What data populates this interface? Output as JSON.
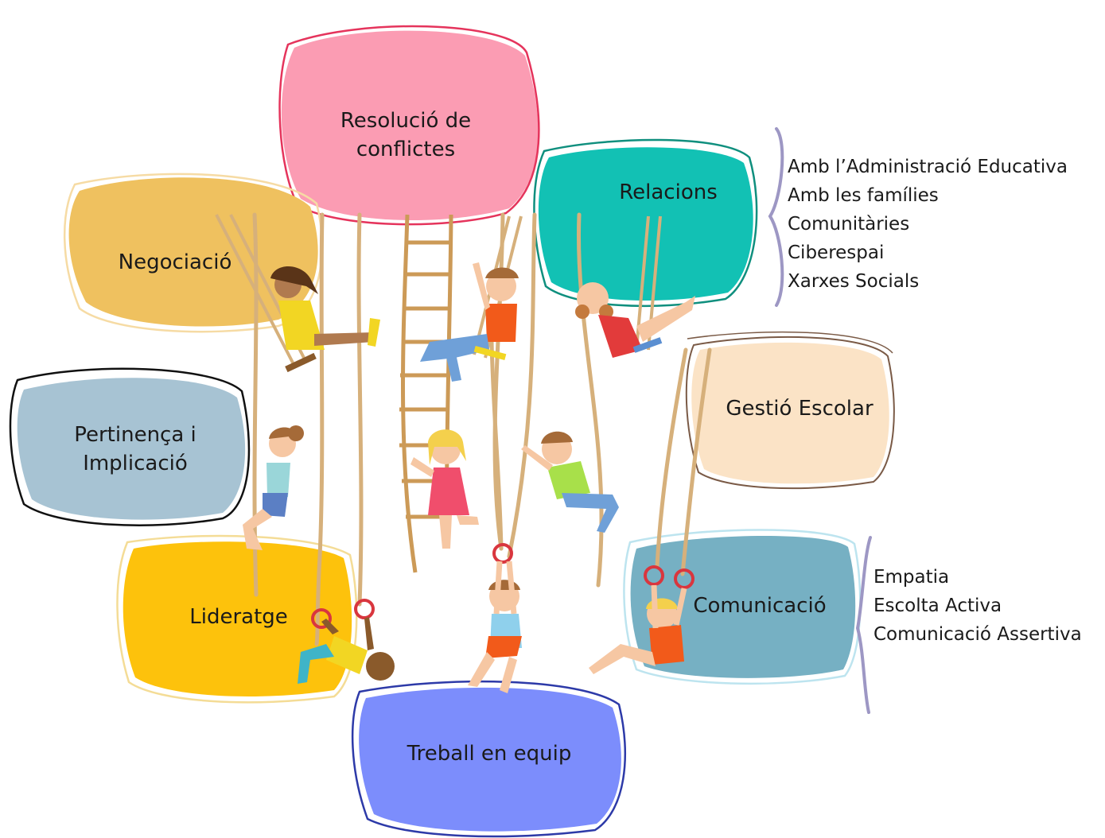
{
  "topics": {
    "resolucio": "Resolució de\nconflictes",
    "negociacio": "Negociació",
    "relacions": "Relacions",
    "pertinenca": "Pertinença i\nImplicació",
    "gestio": "Gestió Escolar",
    "lideratge": "Lideratge",
    "comunicacio": "Comunicació",
    "treball": "Treball en equip"
  },
  "relacions_items": [
    "Amb l’Administració Educativa",
    "Amb les famílies",
    "Comunitàries",
    "Ciberespai",
    "Xarxes Socials"
  ],
  "comunicacio_items": [
    "Empatia",
    "Escolta Activa",
    "Comunicació Assertiva"
  ],
  "colors": {
    "resolucio": "#fb9cb3",
    "negociacio": "#efc15f",
    "relacions": "#12c1b4",
    "pertinenca": "#a7c3d3",
    "gestio": "#fbe3c6",
    "lideratge": "#fdc20c",
    "comunicacio": "#76b0c3",
    "treball": "#7c8dfc",
    "brace": "#9d97c4",
    "rope": "#d6b07b",
    "ring": "#d9363e"
  }
}
